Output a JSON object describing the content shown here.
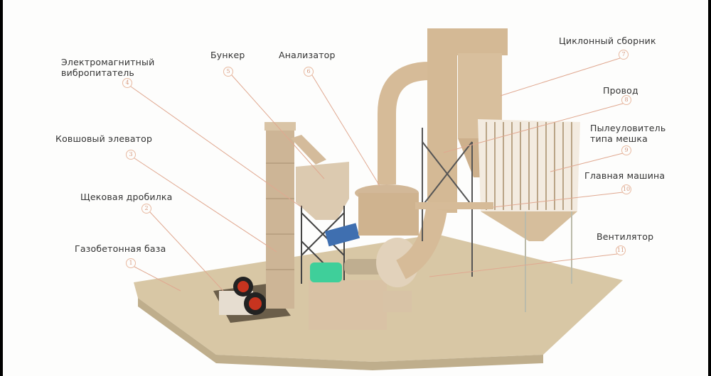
{
  "title": "Схема установки маятниковой мельницы",
  "components": [
    {
      "num": "1",
      "label": "Газобетонная база"
    },
    {
      "num": "2",
      "label": "Щековая дробилка"
    },
    {
      "num": "3",
      "label": "Ковшовый элеватор"
    },
    {
      "num": "4",
      "label": "Электромагнитный вибропитатель"
    },
    {
      "num": "5",
      "label": "Бункер"
    },
    {
      "num": "6",
      "label": "Анализатор"
    },
    {
      "num": "7",
      "label": "Циклонный сборник"
    },
    {
      "num": "8",
      "label": "Провод"
    },
    {
      "num": "9",
      "label": "Пылеуловитель типа мешка"
    },
    {
      "num": "10",
      "label": "Главная машина"
    },
    {
      "num": "11",
      "label": "Вентилятор"
    }
  ],
  "colors": {
    "machine": "#d9c2a5",
    "base": "#d8c7a5",
    "leader": "#e0a890",
    "motor": "#3fcf9a",
    "feeder": "#3f6fb0"
  }
}
